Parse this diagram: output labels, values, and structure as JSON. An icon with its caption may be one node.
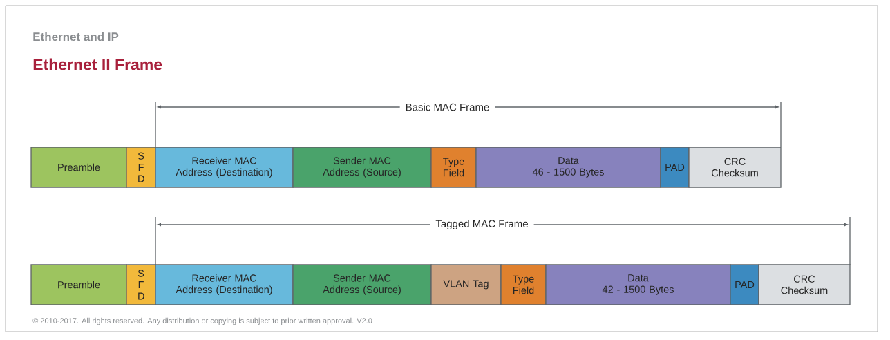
{
  "diagram": {
    "title": "Ethernet II Frame",
    "nodes": [
      {
        "text": [
          "Preamble"
        ]
      },
      {
        "text": [
          "S F D"
        ]
      },
      {
        "text": [
          "Receiver MAC Address (Destination)"
        ]
      },
      {
        "text": [
          "Sender MAC Address (Source)"
        ]
      },
      {
        "text": [
          "Type Field"
        ]
      },
      {
        "text": [
          "Data",
          "46 - 1500 Bytes"
        ]
      },
      {
        "text": [
          "PAD"
        ]
      },
      {
        "text": [
          "CRC Checksum"
        ]
      },
      {
        "text": [
          "Preamble"
        ]
      },
      {
        "text": [
          "S F D"
        ]
      },
      {
        "text": [
          "Receiver MAC Address (Destination)"
        ]
      },
      {
        "text": [
          "Sender MAC Address (Source)"
        ]
      },
      {
        "text": [
          "VLAN Tag"
        ]
      },
      {
        "text": [
          "Type Field"
        ]
      },
      {
        "text": [
          "Data",
          "42 - 1500 Bytes"
        ]
      },
      {
        "text": [
          "PAD"
        ]
      },
      {
        "text": [
          "CRC Checksum"
        ]
      }
    ],
    "labels": [
      "Ethernet and IP",
      "Basic MAC Frame",
      "Tagged MAC Frame",
      "© 2010-2017. All rights reserved. Any distribution or copying is subject to prior written approval. V2.0"
    ]
  }
}
